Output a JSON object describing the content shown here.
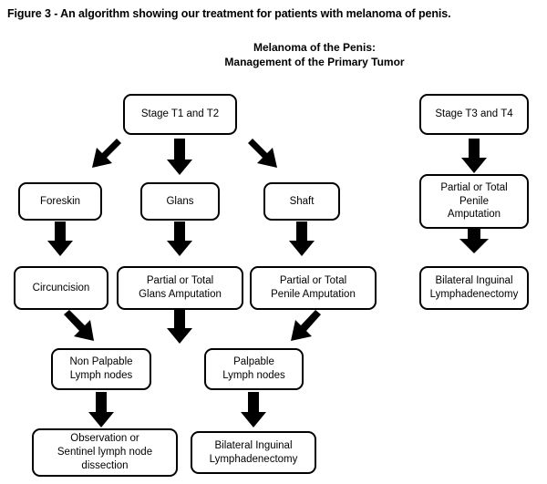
{
  "figure": {
    "caption": "Figure 3 - An algorithm showing our treatment for patients with melanoma of penis.",
    "title_line1": "Melanoma of the Penis:",
    "title_line2": "Management of the Primary Tumor",
    "colors": {
      "stroke": "#000000",
      "fill": "#ffffff",
      "text": "#000000"
    }
  },
  "chart_data": {
    "type": "diagram",
    "title": "Melanoma of the Penis: Management of the Primary Tumor",
    "nodes": [
      {
        "id": "n1",
        "label": "Stage T1 and T2",
        "column": "left",
        "row": 1
      },
      {
        "id": "n2",
        "label": "Stage T3 and T4",
        "column": "right",
        "row": 1
      },
      {
        "id": "n3",
        "label": "Foreskin",
        "column": "left",
        "row": 2
      },
      {
        "id": "n4",
        "label": "Glans",
        "column": "left",
        "row": 2
      },
      {
        "id": "n5",
        "label": "Shaft",
        "column": "left",
        "row": 2
      },
      {
        "id": "n6",
        "label": "Partial or Total Penile Amputation",
        "column": "right",
        "row": 2
      },
      {
        "id": "n7",
        "label": "Circuncision",
        "column": "left",
        "row": 3
      },
      {
        "id": "n8",
        "label": "Partial or Total Glans Amputation",
        "column": "left",
        "row": 3
      },
      {
        "id": "n9",
        "label": "Partial or Total Penile Amputation",
        "column": "left",
        "row": 3
      },
      {
        "id": "n10",
        "label": "Bilateral Inguinal Lymphadenectomy",
        "column": "right",
        "row": 3
      },
      {
        "id": "n11",
        "label": "Non Palpable Lymph nodes",
        "column": "left",
        "row": 4
      },
      {
        "id": "n12",
        "label": "Palpable Lymph nodes",
        "column": "left",
        "row": 4
      },
      {
        "id": "n13",
        "label": "Observation or Sentinel lymph node dissection",
        "column": "left",
        "row": 5
      },
      {
        "id": "n14",
        "label": "Bilateral Inguinal Lymphadenectomy",
        "column": "left",
        "row": 5
      }
    ],
    "edges": [
      {
        "from": "n1",
        "to": "n3",
        "style": "diagonal-down-left"
      },
      {
        "from": "n1",
        "to": "n4",
        "style": "straight-down"
      },
      {
        "from": "n1",
        "to": "n5",
        "style": "diagonal-down-right"
      },
      {
        "from": "n2",
        "to": "n6",
        "style": "straight-down"
      },
      {
        "from": "n3",
        "to": "n7",
        "style": "straight-down"
      },
      {
        "from": "n4",
        "to": "n8",
        "style": "straight-down"
      },
      {
        "from": "n5",
        "to": "n9",
        "style": "straight-down"
      },
      {
        "from": "n6",
        "to": "n10",
        "style": "straight-down-short"
      },
      {
        "from": "n7",
        "to": "n11",
        "style": "diagonal-down-right"
      },
      {
        "from": "n8",
        "to": "n12",
        "style": "straight-down"
      },
      {
        "from": "n9",
        "to": "n12",
        "style": "diagonal-down-left"
      },
      {
        "from": "n11",
        "to": "n13",
        "style": "straight-down"
      },
      {
        "from": "n12",
        "to": "n14",
        "style": "straight-down"
      }
    ]
  },
  "nodes": {
    "stage_t1_t2": {
      "line1": "Stage T1 and T2"
    },
    "stage_t3_t4": {
      "line1": "Stage T3 and T4"
    },
    "foreskin": {
      "line1": "Foreskin"
    },
    "glans": {
      "line1": "Glans"
    },
    "shaft": {
      "line1": "Shaft"
    },
    "penile_amp_right": {
      "line1": "Partial or Total",
      "line2": "Penile",
      "line3": "Amputation"
    },
    "circuncision": {
      "line1": "Circuncision"
    },
    "glans_amp": {
      "line1": "Partial or Total",
      "line2": "Glans Amputation"
    },
    "penile_amp_left": {
      "line1": "Partial or Total",
      "line2": "Penile Amputation"
    },
    "bil_ing_lymph_right": {
      "line1": "Bilateral Inguinal",
      "line2": "Lymphadenectomy"
    },
    "non_palpable": {
      "line1": "Non Palpable",
      "line2": "Lymph nodes"
    },
    "palpable": {
      "line1": "Palpable",
      "line2": "Lymph nodes"
    },
    "observation": {
      "line1": "Observation or",
      "line2": "Sentinel lymph node",
      "line3": "dissection"
    },
    "bil_ing_lymph_bottom": {
      "line1": "Bilateral Inguinal",
      "line2": "Lymphadenectomy"
    }
  }
}
